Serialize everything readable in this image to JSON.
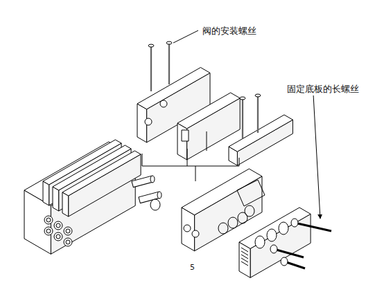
{
  "diagram": {
    "labels": [
      "阀的安装螺丝",
      "固定底板的长螺丝",
      "5"
    ]
  }
}
